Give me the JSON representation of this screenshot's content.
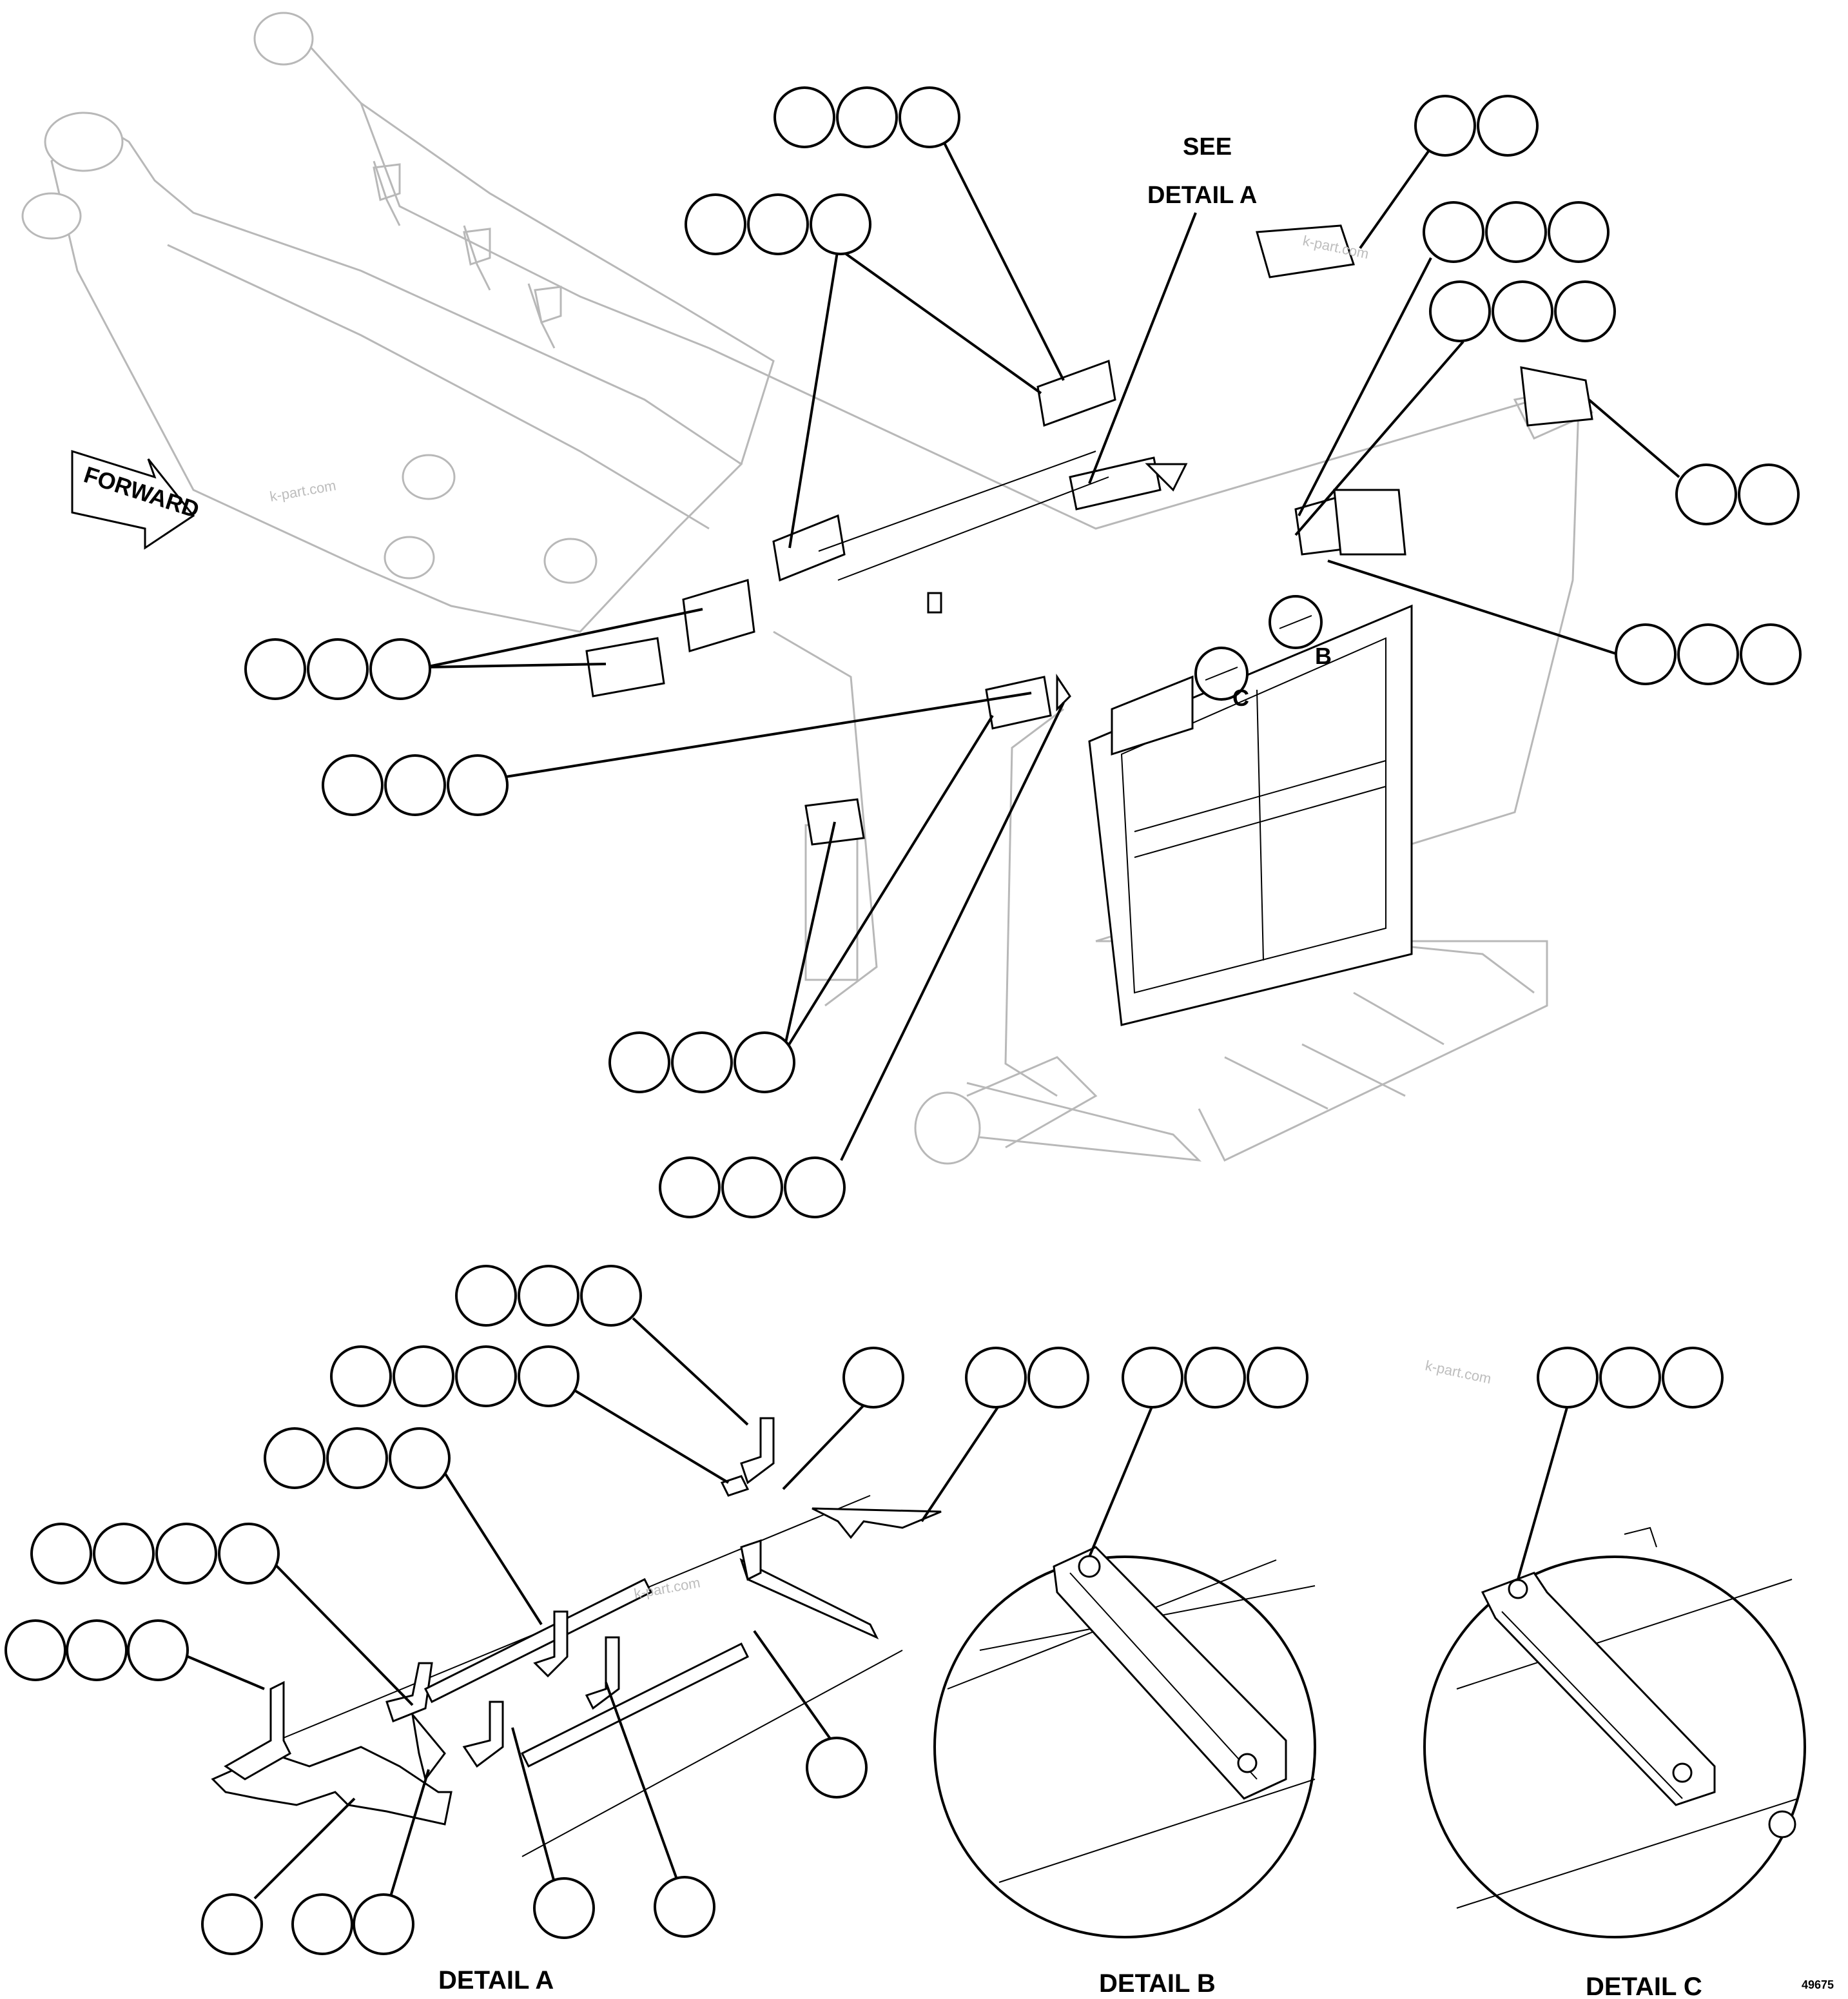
{
  "labels": {
    "see": "SEE",
    "detail_a_ref": "DETAIL A",
    "forward": "FORWARD",
    "callout_b": "B",
    "callout_c": "C",
    "caption_a": "DETAIL A",
    "caption_b": "DETAIL B",
    "caption_c": "DETAIL C",
    "figure_number": "49675"
  },
  "watermarks": [
    "k-part.com",
    "k-part.com",
    "k-part.com",
    "k-part.com"
  ],
  "colors": {
    "ink": "#000000",
    "ghost_lines": "#b8b8b8",
    "watermark": "#bdbdbd",
    "background": "#ffffff"
  }
}
